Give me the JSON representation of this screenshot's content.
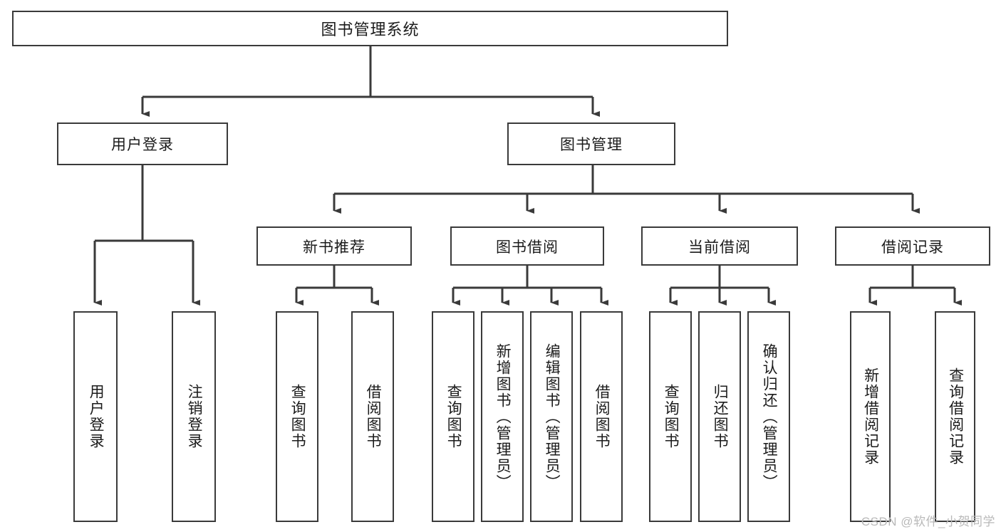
{
  "diagram": {
    "title": "图书管理系统",
    "watermark": "CSDN @软件_小贺同学",
    "line_color": "#3a3a3a",
    "box_border_color": "#3a3a3a",
    "text_color": "#1b1b1b",
    "background": "#ffffff",
    "root": {
      "label": "图书管理系统"
    },
    "level2": [
      {
        "label": "用户登录"
      },
      {
        "label": "图书管理"
      }
    ],
    "level3": [
      {
        "label": "新书推荐"
      },
      {
        "label": "图书借阅"
      },
      {
        "label": "当前借阅"
      },
      {
        "label": "借阅记录"
      }
    ],
    "leaves": {
      "user_login": [
        {
          "label": "用户登录"
        },
        {
          "label": "注销登录"
        }
      ],
      "new_book_recommend": [
        {
          "label": "查询图书"
        },
        {
          "label": "借阅图书"
        }
      ],
      "book_borrow": [
        {
          "label": "查询图书"
        },
        {
          "label": "新增图书（管理员）"
        },
        {
          "label": "编辑图书（管理员）"
        },
        {
          "label": "借阅图书"
        }
      ],
      "current_borrow": [
        {
          "label": "查询图书"
        },
        {
          "label": "归还图书"
        },
        {
          "label": "确认归还（管理员）"
        }
      ],
      "borrow_record": [
        {
          "label": "新增借阅记录"
        },
        {
          "label": "查询借阅记录"
        }
      ]
    }
  }
}
